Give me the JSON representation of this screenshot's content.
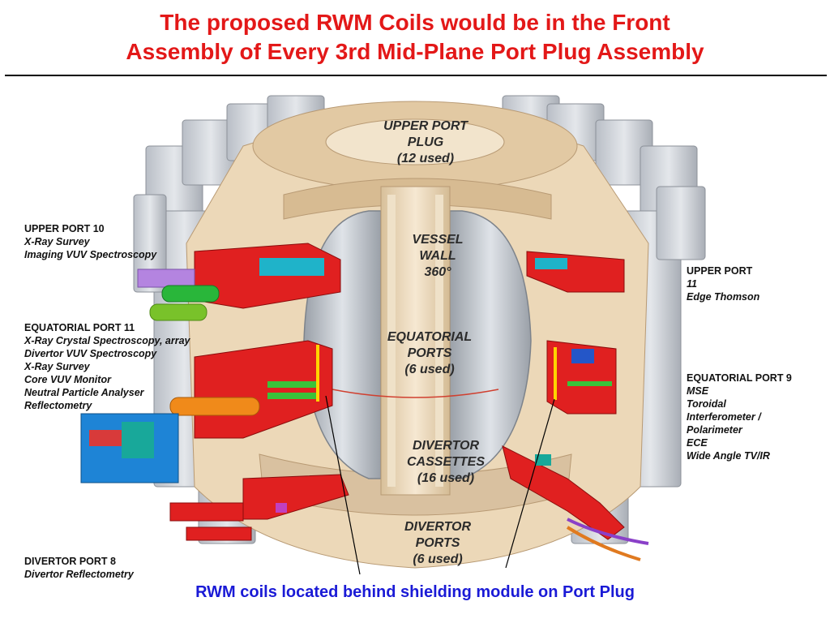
{
  "title": {
    "line1": "The proposed RWM Coils would be in the Front",
    "line2": "Assembly of Every 3rd Mid-Plane Port Plug Assembly"
  },
  "center_labels": {
    "upper_port_plug": [
      "UPPER PORT",
      "PLUG",
      "(12 used)"
    ],
    "vessel_wall": [
      "VESSEL",
      "WALL",
      "360°"
    ],
    "equatorial_ports": [
      "EQUATORIAL",
      "PORTS",
      "(6 used)"
    ],
    "divertor_cassettes": [
      "DIVERTOR",
      "CASSETTES",
      "(16 used)"
    ],
    "divertor_ports": [
      "DIVERTOR",
      "PORTS",
      "(6 used)"
    ]
  },
  "side_labels": {
    "upper_port_10": [
      "UPPER PORT 10",
      "X-Ray Survey",
      "Imaging VUV Spectroscopy"
    ],
    "equatorial_port_11": [
      "EQUATORIAL PORT 11",
      "X-Ray Crystal Spectroscopy, array",
      "Divertor VUV Spectroscopy",
      "X-Ray Survey",
      "Core VUV Monitor",
      "Neutral Particle Analyser",
      "Reflectometry"
    ],
    "divertor_port_8": [
      "DIVERTOR PORT 8",
      "Divertor Reflectometry"
    ],
    "upper_port_11": [
      "UPPER PORT",
      "11",
      "Edge Thomson"
    ],
    "equatorial_port_9": [
      "EQUATORIAL PORT 9",
      "MSE",
      "Toroidal",
      "Interferometer /",
      "Polarimeter",
      "ECE",
      "Wide Angle TV/IR"
    ]
  },
  "caption": "RWM coils located behind shielding module on Port Plug",
  "colors": {
    "title": "#e31818",
    "caption": "#1a1ad6",
    "port_plug": "#e02020",
    "coil": "#ffd400",
    "structure": "#e9d3b2",
    "magnet": "#c8ccd2"
  }
}
